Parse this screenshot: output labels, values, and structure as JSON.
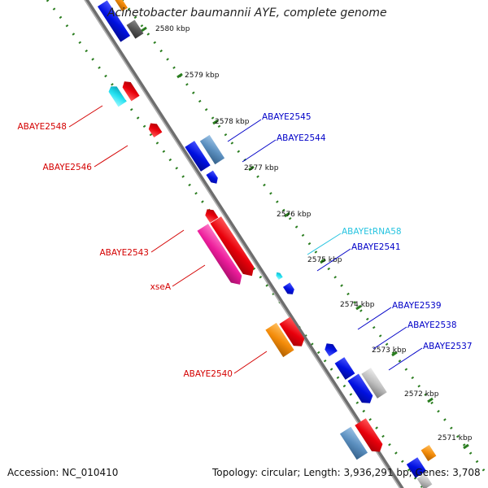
{
  "title": "Acinetobacter baumannii AYE, complete genome",
  "footer": {
    "accession": "Accession: NC_010410",
    "summary": "Topology: circular; Length: 3,936,291 bp; Genes: 3,708"
  },
  "scale_labels": [
    "2580 kbp",
    "2579 kbp",
    "2578 kbp",
    "2577 kbp",
    "2576 kbp",
    "2575 kbp",
    "2574 kbp",
    "2573 kbp",
    "2572 kbp",
    "2571 kbp"
  ],
  "gene_labels": {
    "ABAYE2548": "ABAYE2548",
    "ABAYE2546": "ABAYE2546",
    "ABAYE2543": "ABAYE2543",
    "xseA": "xseA",
    "ABAYE2540": "ABAYE2540",
    "ABAYE2545": "ABAYE2545",
    "ABAYE2544": "ABAYE2544",
    "ABAYEtRNA58": "ABAYEtRNA58",
    "ABAYE2541": "ABAYE2541",
    "ABAYE2539": "ABAYE2539",
    "ABAYE2538": "ABAYE2538",
    "ABAYE2537": "ABAYE2537"
  },
  "colors": {
    "backbone": "#808080",
    "ruler": "#2a7d1f",
    "forward_label": "#d40000",
    "reverse_label": "#0000c8",
    "trna_label": "#27c4e0",
    "gene_red": "#e8000b",
    "gene_blue": "#0010e0",
    "gene_orange": "#f48c0a",
    "gene_cyan": "#22e0f0",
    "gene_magenta": "#ec1c9a",
    "gene_steel": "#5b8fbf",
    "gene_gray": "#a9a9a9",
    "gene_dark": "#555555"
  }
}
